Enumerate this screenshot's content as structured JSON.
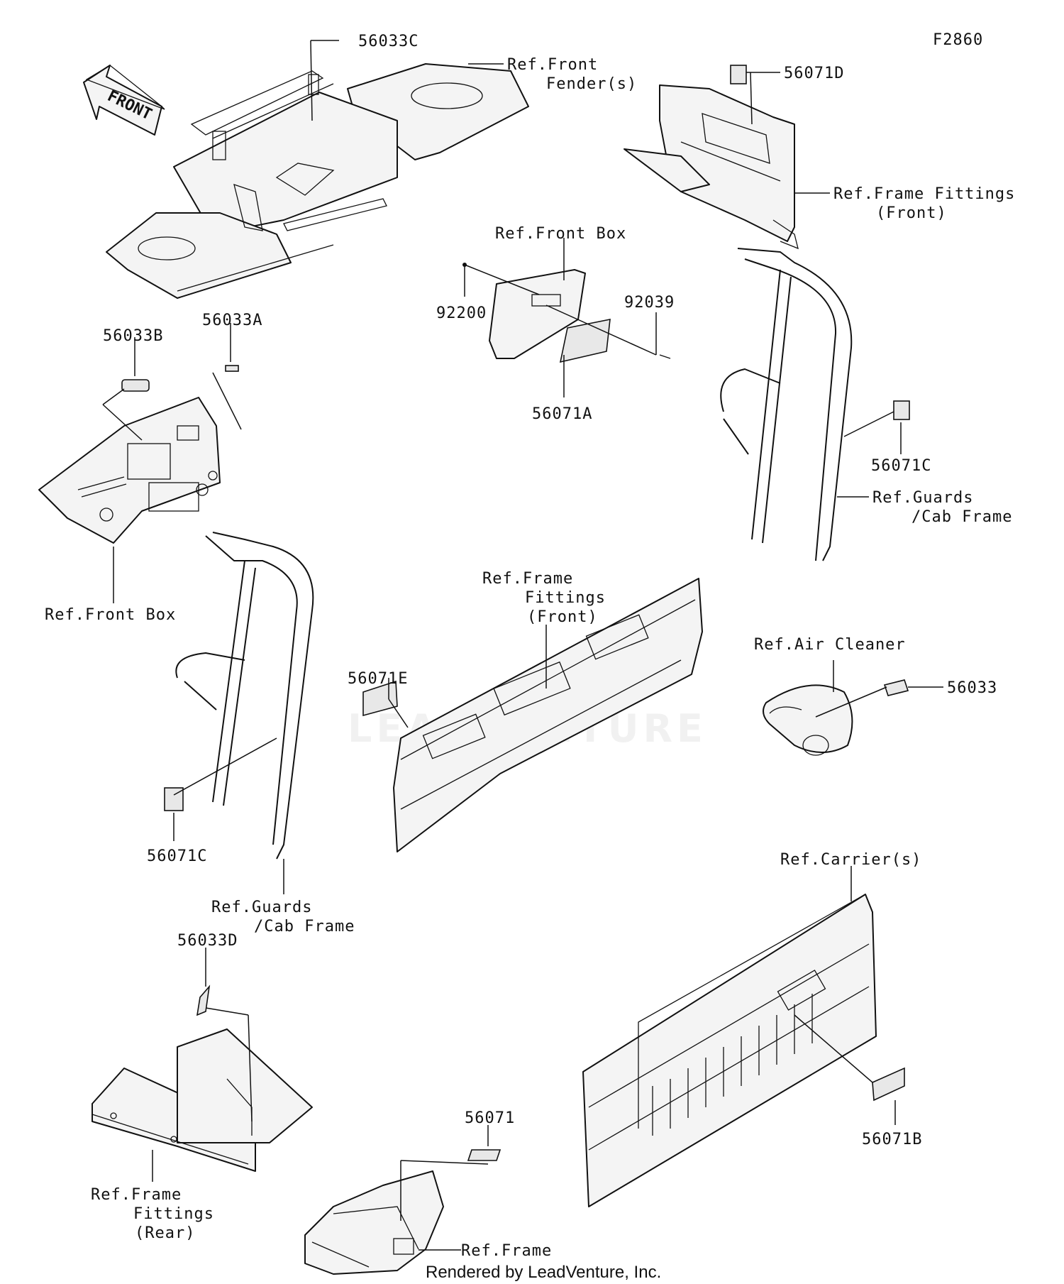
{
  "diagram": {
    "figure_code": "F2860",
    "watermark": "LEADVENTURE",
    "footer": "Rendered by LeadVenture, Inc.",
    "front_arrow_label": "FRONT",
    "labels": {
      "p56033C": "56033C",
      "ref_front_fender_1": "Ref.Front",
      "ref_front_fender_2": "Fender(s)",
      "p56071D": "56071D",
      "ref_frame_fit_front_1": "Ref.Frame Fittings",
      "ref_frame_fit_front_2": "(Front)",
      "ref_front_box_top": "Ref.Front Box",
      "p92200": "92200",
      "p92039": "92039",
      "p56071A": "56071A",
      "p56033B": "56033B",
      "p56033A": "56033A",
      "ref_front_box_left": "Ref.Front Box",
      "p56071C_right": "56071C",
      "ref_guards_right_1": "Ref.Guards",
      "ref_guards_right_2": "/Cab Frame",
      "ref_frame_fit_mid_1": "Ref.Frame",
      "ref_frame_fit_mid_2": "Fittings",
      "ref_frame_fit_mid_3": "(Front)",
      "p56071E": "56071E",
      "ref_air_cleaner": "Ref.Air Cleaner",
      "p56033": "56033",
      "p56071C_left": "56071C",
      "ref_guards_left_1": "Ref.Guards",
      "ref_guards_left_2": "/Cab Frame",
      "ref_carriers": "Ref.Carrier(s)",
      "p56033D": "56033D",
      "p56071": "56071",
      "p56071B": "56071B",
      "ref_frame_fit_rear_1": "Ref.Frame",
      "ref_frame_fit_rear_2": "Fittings",
      "ref_frame_fit_rear_3": "(Rear)",
      "ref_frame": "Ref.Frame"
    }
  }
}
